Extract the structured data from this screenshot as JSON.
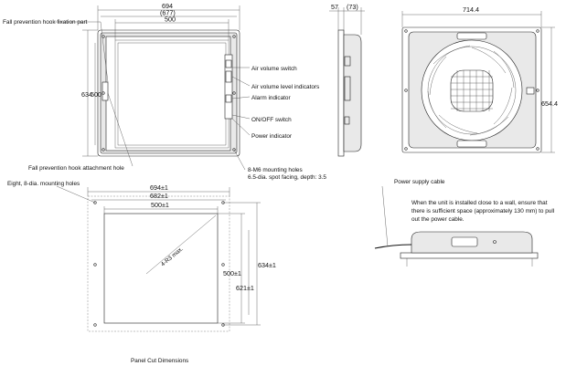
{
  "labels": {
    "fall_fixation": "Fall prevention hook fixation part",
    "air_volume_switch": "Air volume switch",
    "air_volume_level": "Air volume level indicators",
    "alarm_indicator": "Alarm indicator",
    "onoff_switch": "ON/OFF switch",
    "power_indicator": "Power indicator",
    "fall_attachment": "Fall prevention hook attachment hole",
    "m6_holes_1": "8-M6 mounting holes",
    "m6_holes_2": "6.5-dia. spot facing, depth: 3.5",
    "eight_holes": "Eight, 8-dia. mounting holes",
    "power_cable": "Power supply cable",
    "note_1": "When the unit is installed close to a wall, ensure that",
    "note_2": "there is sufficient space (approximately 130 mm) to pull",
    "note_3": "out the power cable.",
    "panel_cut": "Panel Cut Dimensions",
    "radius": "4-R3 max."
  },
  "dims": {
    "w694": "694",
    "w677": "(677)",
    "w500": "500",
    "h634": "634",
    "h500": "500",
    "d57": "57",
    "d73": "(73)",
    "w714": "714.4",
    "h654": "654.4",
    "p694": "694±1",
    "p682": "682±1",
    "p500w": "500±1",
    "p634": "634±1",
    "p500h": "500±1",
    "p621": "621±1"
  }
}
